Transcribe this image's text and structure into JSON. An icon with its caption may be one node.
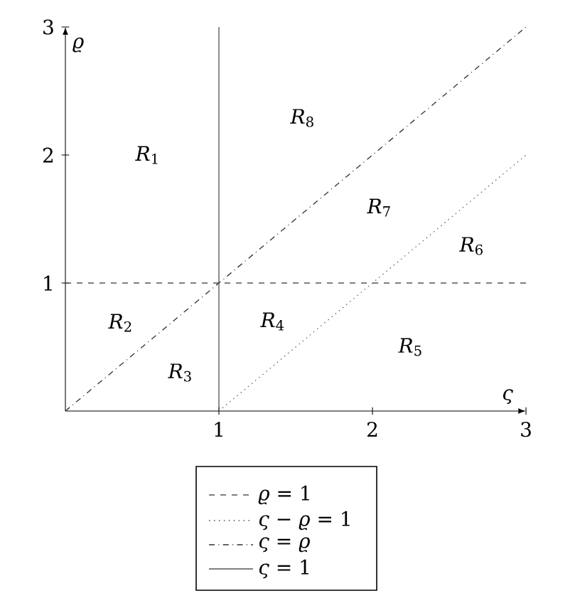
{
  "diagram": {
    "chart_data": {
      "type": "line",
      "xlabel": "ς",
      "ylabel": "ϱ",
      "xlim": [
        0,
        3
      ],
      "ylim": [
        0,
        3
      ],
      "xticks": [
        1,
        2,
        3
      ],
      "yticks": [
        1,
        2,
        3
      ],
      "series": [
        {
          "color": "#555555",
          "line_style": "dashed",
          "x": [
            0,
            3
          ],
          "values": [
            1,
            1
          ]
        },
        {
          "color": "#555555",
          "line_style": "dotted",
          "x": [
            1,
            3
          ],
          "values": [
            0,
            2
          ]
        },
        {
          "color": "#333333",
          "line_style": "dashdotted",
          "x": [
            0,
            3
          ],
          "values": [
            0,
            3
          ]
        },
        {
          "color": "#555555",
          "line_style": "solid",
          "x": [
            1,
            1
          ],
          "values": [
            0,
            3
          ]
        }
      ]
    },
    "labels": [
      "*R*$_{8}$",
      "*R*$_{1}$",
      "*R*$_{7}$",
      "*R*$_{6}$",
      "*R*$_{2}$",
      "*R*$_{4}$",
      "*R*$_{5}$",
      "*R*$_{3}$"
    ],
    "legend": [
      {
        "text": "*ϱ* = 1"
      },
      {
        "text": "*ς* − *ϱ* = 1"
      },
      {
        "text": "*ς* = *ϱ*"
      },
      {
        "text": "*ς* = 1"
      }
    ]
  }
}
